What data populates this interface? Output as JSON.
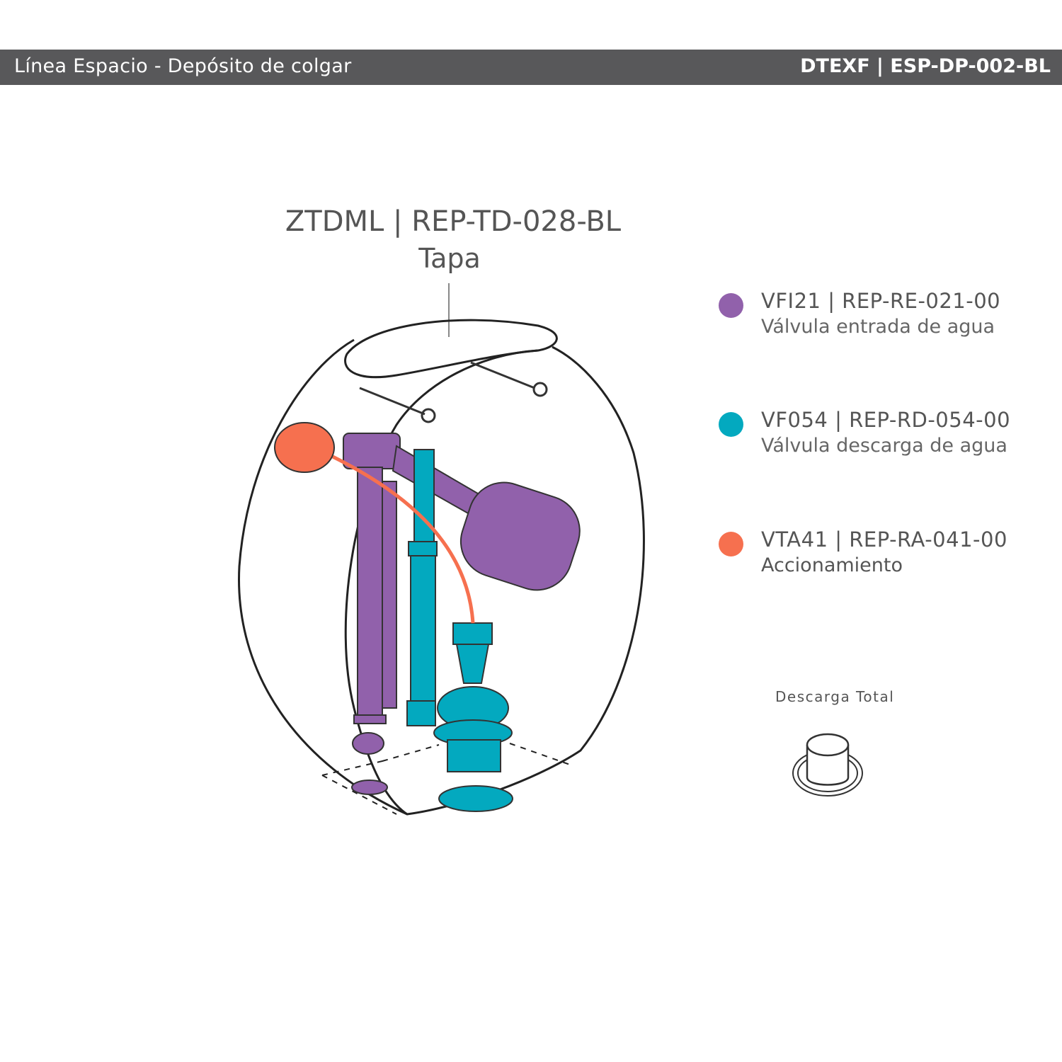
{
  "header": {
    "title": "Línea Espacio - Depósito de colgar",
    "code": "DTEXF | ESP-DP-002-BL"
  },
  "lid": {
    "code": "ZTDML | REP-TD-028-BL",
    "name": "Tapa"
  },
  "legend": [
    {
      "code": "VFI21 | REP-RE-021-00",
      "name": "Válvula entrada de agua",
      "color": "#9161ab"
    },
    {
      "code": "VF054 | REP-RD-054-00",
      "name": "Válvula descarga de agua",
      "color": "#03a9bf"
    },
    {
      "code": "VTA41 | REP-RA-041-00",
      "name": "Accionamiento",
      "color": "#f6704f"
    }
  ],
  "flush_button": {
    "label": "Descarga Total"
  }
}
